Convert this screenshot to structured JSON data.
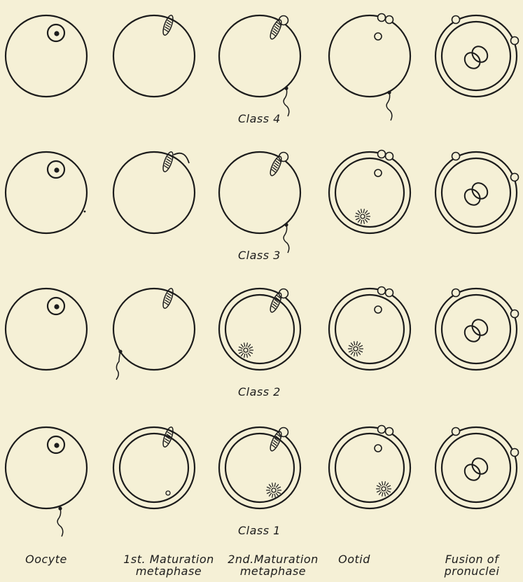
{
  "class_labels": [
    "Class 4",
    "Class 3",
    "Class 2",
    "Class 1"
  ],
  "column_labels": [
    {
      "line1": "Oocyte",
      "line2": ""
    },
    {
      "line1": "1st. Maturation",
      "line2": "metaphase"
    },
    {
      "line1": "2nd.Maturation",
      "line2": "metaphase"
    },
    {
      "line1": "Ootid",
      "line2": ""
    },
    {
      "line1": "Fusion of",
      "line2": "pronuclei"
    }
  ],
  "colors": {
    "background": "#f5f0d6",
    "ink": "#1c1c1c"
  }
}
